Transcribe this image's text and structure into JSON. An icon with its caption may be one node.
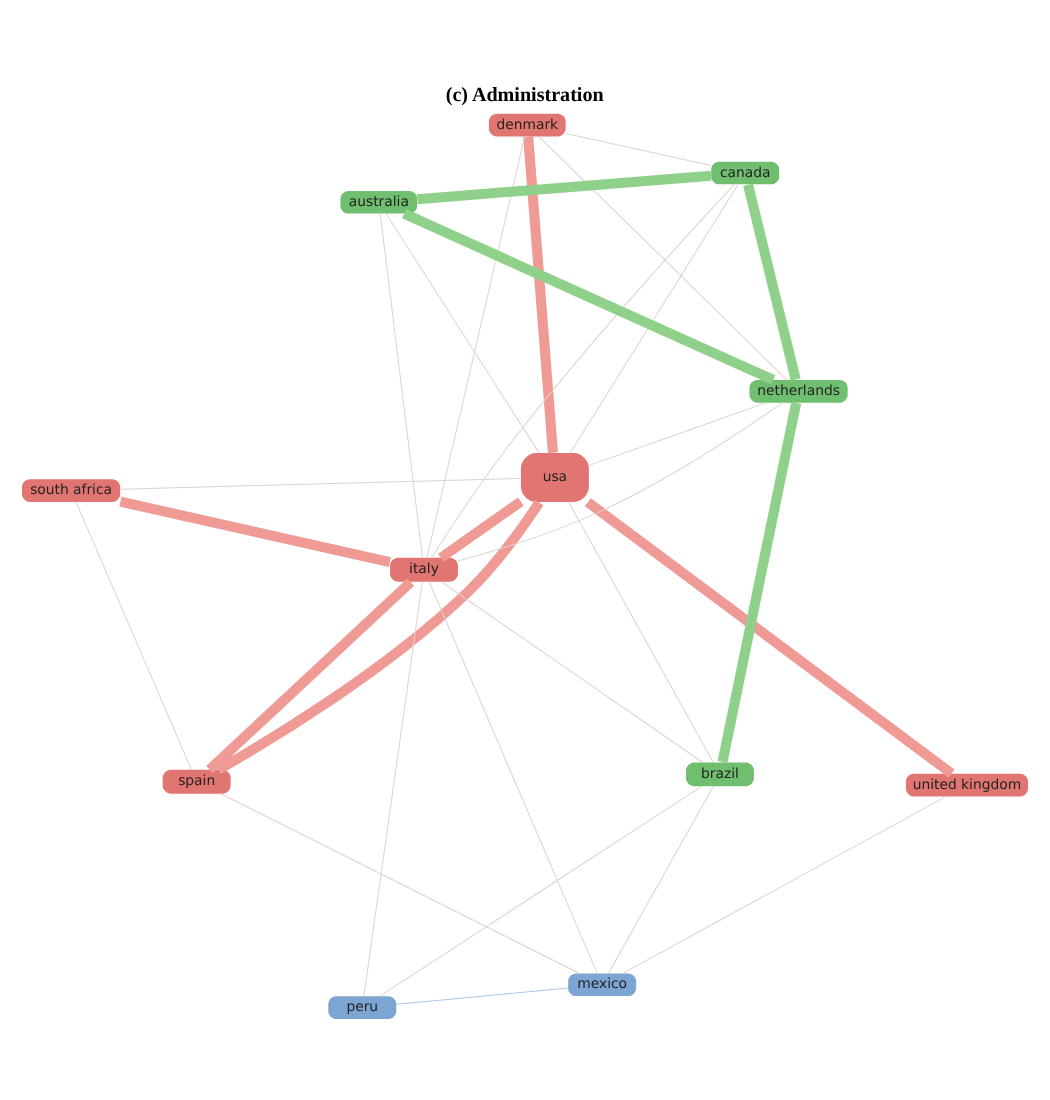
{
  "diagram": {
    "title": "(c) Administration",
    "nodes": [
      {
        "text": [
          "usa"
        ]
      },
      {
        "text": [
          "united kingdom"
        ]
      },
      {
        "text": [
          "spain"
        ]
      },
      {
        "text": [
          "denmark"
        ]
      },
      {
        "text": [
          "italy"
        ]
      },
      {
        "text": [
          "south africa"
        ]
      },
      {
        "text": [
          "australia"
        ]
      },
      {
        "text": [
          "canada"
        ]
      },
      {
        "text": [
          "netherlands"
        ]
      },
      {
        "text": [
          "brazil"
        ]
      },
      {
        "text": [
          "mexico"
        ]
      },
      {
        "text": [
          "peru"
        ]
      }
    ],
    "edges": [
      {
        "from": 0,
        "to": 1,
        "arrow": "none",
        "style": "thick",
        "color": "#ef9a94"
      },
      {
        "from": 0,
        "to": 2,
        "arrow": "none",
        "style": "thick",
        "color": "#ef9a94"
      },
      {
        "from": 0,
        "to": 3,
        "arrow": "none",
        "style": "thick",
        "color": "#ef9a94"
      },
      {
        "from": 0,
        "to": 4,
        "arrow": "none",
        "style": "thick",
        "color": "#ef9a94"
      },
      {
        "from": 2,
        "to": 4,
        "arrow": "none",
        "style": "thick",
        "color": "#ef9a94"
      },
      {
        "from": 4,
        "to": 5,
        "arrow": "none",
        "style": "thick",
        "color": "#ef9a94"
      },
      {
        "from": 9,
        "to": 8,
        "arrow": "none",
        "style": "thick",
        "color": "#8fd18a"
      },
      {
        "from": 7,
        "to": 6,
        "arrow": "none",
        "style": "thick",
        "color": "#8fd18a"
      },
      {
        "from": 8,
        "to": 6,
        "arrow": "none",
        "style": "thick",
        "color": "#8fd18a"
      },
      {
        "from": 7,
        "to": 8,
        "arrow": "none",
        "style": "thick",
        "color": "#8fd18a"
      },
      {
        "from": 10,
        "to": 11,
        "arrow": "none",
        "color": "#a9c6e6"
      },
      {
        "from": 1,
        "to": 10,
        "arrow": "none"
      },
      {
        "from": 2,
        "to": 5,
        "arrow": "none"
      },
      {
        "from": 2,
        "to": 10,
        "arrow": "none"
      },
      {
        "from": 0,
        "to": 5,
        "arrow": "none"
      },
      {
        "from": 0,
        "to": 8,
        "arrow": "none"
      },
      {
        "from": 0,
        "to": 7,
        "arrow": "none"
      },
      {
        "from": 0,
        "to": 6,
        "arrow": "none"
      },
      {
        "from": 0,
        "to": 9,
        "arrow": "none"
      },
      {
        "from": 3,
        "to": 4,
        "arrow": "none"
      },
      {
        "from": 3,
        "to": 8,
        "arrow": "none"
      },
      {
        "from": 3,
        "to": 7,
        "arrow": "none"
      },
      {
        "from": 4,
        "to": 6,
        "arrow": "none"
      },
      {
        "from": 4,
        "to": 7,
        "arrow": "none"
      },
      {
        "from": 4,
        "to": 8,
        "arrow": "none"
      },
      {
        "from": 4,
        "to": 9,
        "arrow": "none"
      },
      {
        "from": 4,
        "to": 10,
        "arrow": "none"
      },
      {
        "from": 4,
        "to": 11,
        "arrow": "none"
      },
      {
        "from": 9,
        "to": 10,
        "arrow": "none"
      },
      {
        "from": 9,
        "to": 11,
        "arrow": "none"
      }
    ]
  }
}
